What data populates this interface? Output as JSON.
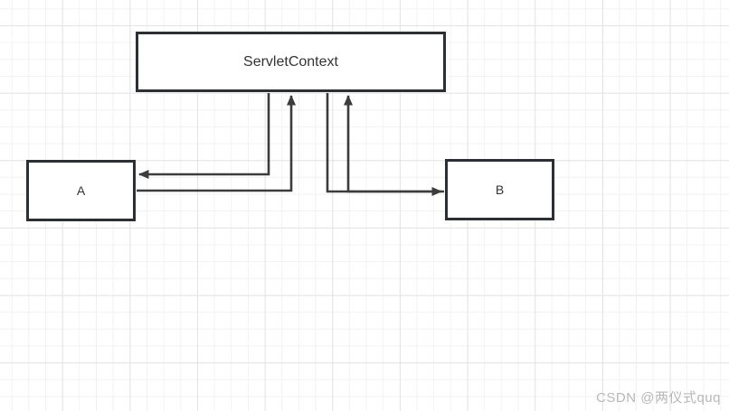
{
  "diagram": {
    "nodes": [
      {
        "id": "servletcontext",
        "label": "ServletContext"
      },
      {
        "id": "a",
        "label": "A"
      },
      {
        "id": "b",
        "label": "B"
      }
    ],
    "edges": [
      {
        "from": "ServletContext",
        "to": "A",
        "route": "down-then-left"
      },
      {
        "from": "A",
        "to": "ServletContext",
        "route": "right-then-up"
      },
      {
        "from": "ServletContext",
        "to": "B",
        "route": "down-then-right"
      },
      {
        "from": "B",
        "to": "ServletContext",
        "route": "left-then-up"
      }
    ]
  },
  "colors": {
    "background": "#ffffff",
    "grid_minor": "#f2f2f2",
    "grid_major": "#e3e3e3",
    "node_border": "#2b3036",
    "node_fill": "#ffffff",
    "edge": "#3c3c3c",
    "label": "#333333",
    "watermark": "#b8b8b8"
  },
  "watermark": {
    "text": "CSDN @两仪式quq"
  }
}
